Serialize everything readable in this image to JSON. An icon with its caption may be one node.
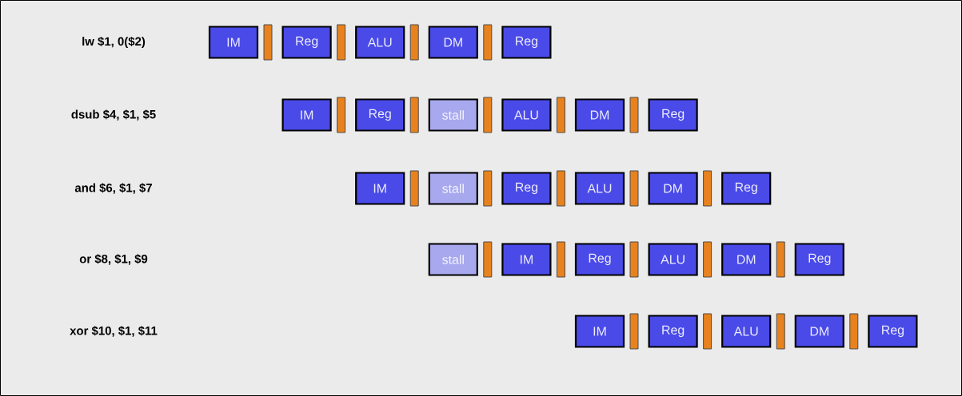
{
  "diagram": {
    "nodes": [
      {
        "text": [
          "IM"
        ]
      },
      {
        "text": [
          "Reg"
        ]
      },
      {
        "text": [
          "ALU"
        ]
      },
      {
        "text": [
          "DM"
        ]
      },
      {
        "text": [
          "Reg"
        ]
      },
      {
        "text": [
          "IM"
        ]
      },
      {
        "text": [
          "Reg"
        ]
      },
      {
        "text": [
          "stall"
        ]
      },
      {
        "text": [
          "ALU"
        ]
      },
      {
        "text": [
          "DM"
        ]
      },
      {
        "text": [
          "Reg"
        ]
      },
      {
        "text": [
          "IM"
        ]
      },
      {
        "text": [
          "stall"
        ]
      },
      {
        "text": [
          "Reg"
        ]
      },
      {
        "text": [
          "ALU"
        ]
      },
      {
        "text": [
          "DM"
        ]
      },
      {
        "text": [
          "Reg"
        ]
      },
      {
        "text": [
          "stall"
        ]
      },
      {
        "text": [
          "IM"
        ]
      },
      {
        "text": [
          "Reg"
        ]
      },
      {
        "text": [
          "ALU"
        ]
      },
      {
        "text": [
          "DM"
        ]
      },
      {
        "text": [
          "Reg"
        ]
      },
      {
        "text": [
          "IM"
        ]
      },
      {
        "text": [
          "Reg"
        ]
      },
      {
        "text": [
          "ALU"
        ]
      },
      {
        "text": [
          "DM"
        ]
      },
      {
        "text": [
          "Reg"
        ]
      }
    ],
    "labels": [
      "lw $1, 0($2)",
      "dsub $4, $1, $5",
      "and $6, $1, $7",
      "or $8, $1, $9",
      "xor $10, $1, $11"
    ]
  }
}
